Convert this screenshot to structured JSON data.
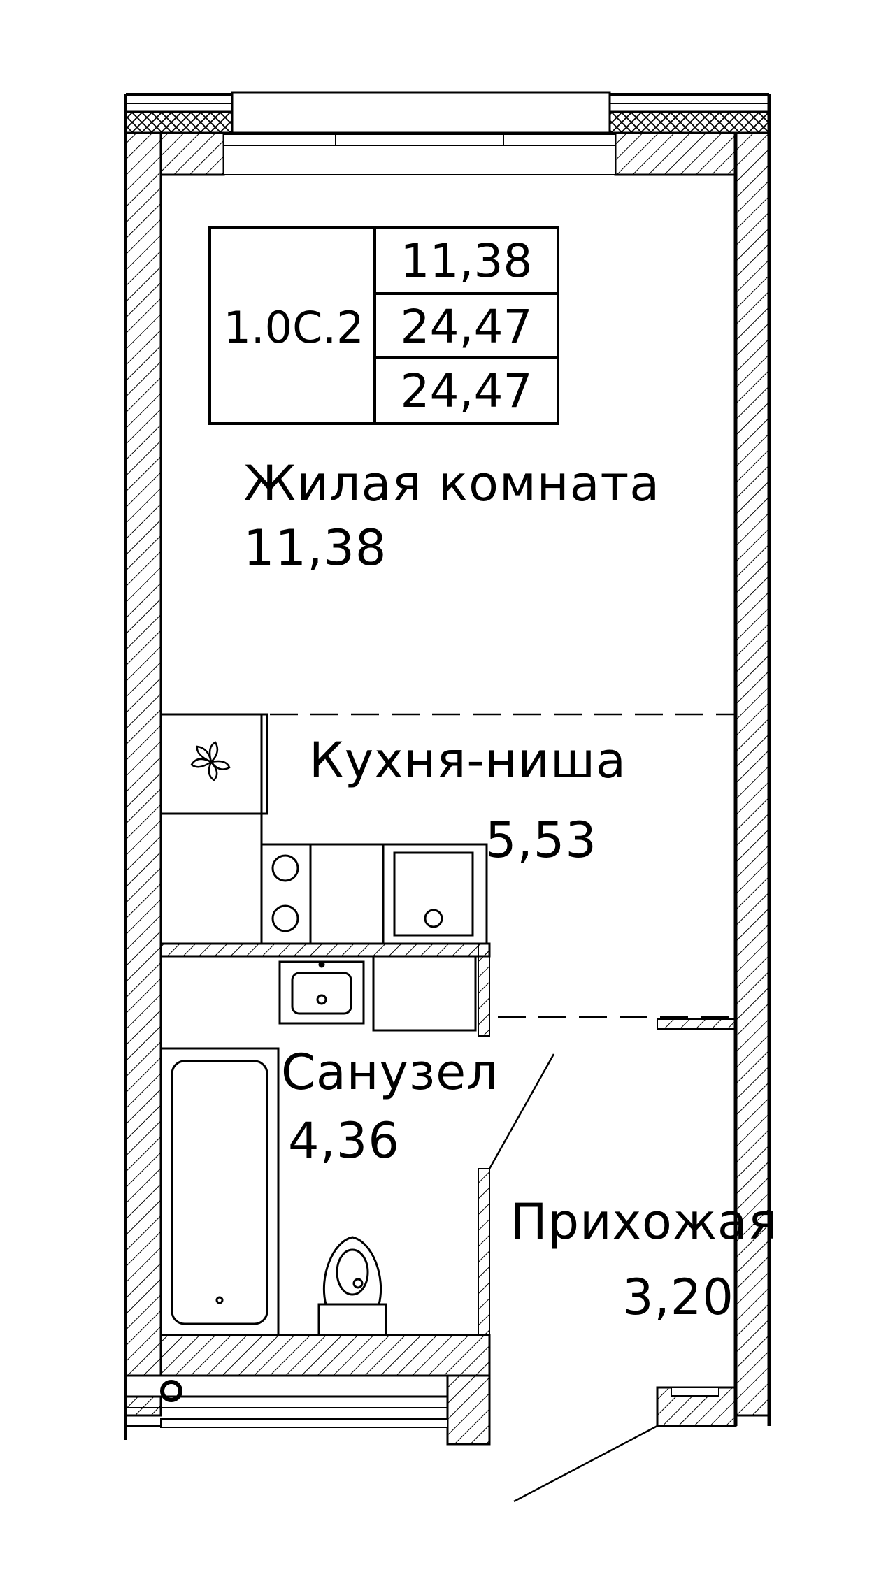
{
  "apartment": {
    "code": "1.0C.2",
    "living_area": "11,38",
    "total_area": "24,47",
    "total_area_with_balcony": "24,47"
  },
  "rooms": [
    {
      "id": "living",
      "label": "Жилая комната",
      "area": "11,38"
    },
    {
      "id": "kitchen",
      "label": "Кухня-ниша",
      "area": "5,53"
    },
    {
      "id": "bathroom",
      "label": "Санузел",
      "area": "4,36"
    },
    {
      "id": "hallway",
      "label": "Прихожая",
      "area": "3,20"
    }
  ],
  "icons": [
    "ventilation-fan-icon",
    "stove-icon",
    "oven-icon",
    "sink-icon",
    "bathtub-icon",
    "toilet-icon",
    "washing-machine-icon",
    "floor-drain-icon"
  ],
  "colors": {
    "ink": "#000000",
    "background": "#ffffff"
  }
}
